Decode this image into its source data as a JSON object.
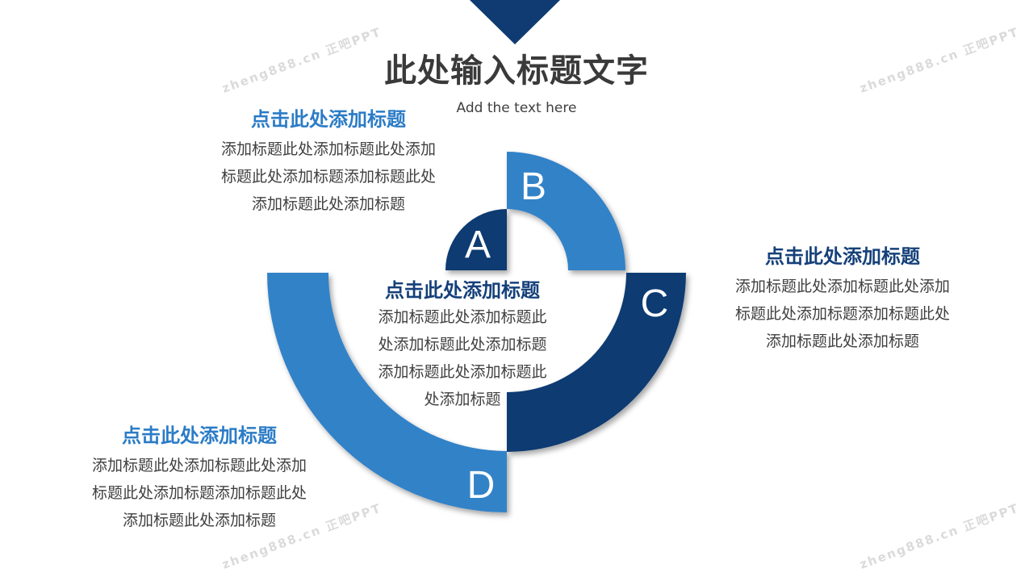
{
  "slide": {
    "title": "此处输入标题文字",
    "subtitle": "Add the text here"
  },
  "blocks": {
    "top_left": {
      "heading": "点击此处添加标题",
      "lines": [
        "添加标题此处添加标题此处添加",
        "标题此处添加标题添加标题此处",
        "添加标题此处添加标题"
      ]
    },
    "right": {
      "heading": "点击此处添加标题",
      "lines": [
        "添加标题此处添加标题此处添加",
        "标题此处添加标题添加标题此处",
        "添加标题此处添加标题"
      ]
    },
    "bottom_left": {
      "heading": "点击此处添加标题",
      "lines": [
        "添加标题此处添加标题此处添加",
        "标题此处添加标题添加标题此处",
        "添加标题此处添加标题"
      ]
    },
    "center": {
      "heading": "点击此处添加标题",
      "lines": [
        "添加标题此处添加标题此",
        "处添加标题此处添加标题",
        "添加标题此处添加标题此",
        "处添加标题"
      ]
    }
  },
  "diagram": {
    "segments": [
      {
        "letter": "A",
        "color": "#0f3b72"
      },
      {
        "letter": "B",
        "color": "#3282c8"
      },
      {
        "letter": "C",
        "color": "#0f3b72"
      },
      {
        "letter": "D",
        "color": "#3282c8"
      }
    ]
  },
  "watermark": {
    "text": "zheng888.cn 正吧PPT"
  },
  "colors": {
    "dark_blue": "#0f3b72",
    "light_blue": "#3282c8",
    "title_gray": "#3a3a3a"
  }
}
